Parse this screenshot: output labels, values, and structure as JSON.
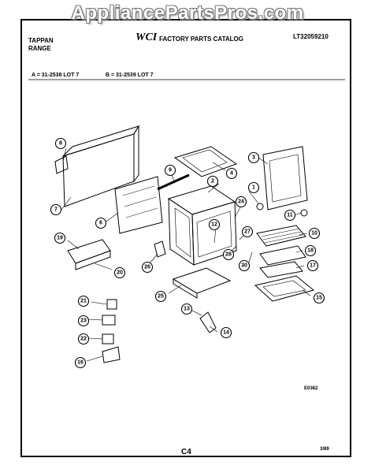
{
  "watermark": "AppliancePartsPros.com",
  "header": {
    "brand_line1": "TAPPAN",
    "brand_line2": "RANGE",
    "logo": "WCI",
    "catalog_title": "FACTORY PARTS CATALOG",
    "part_number": "LT32059210"
  },
  "lots": {
    "a": "A = 31-2538 LOT 7",
    "b": "B = 31-2539 LOT 7"
  },
  "callouts": [
    {
      "label": "8"
    },
    {
      "label": "4"
    },
    {
      "label": "3"
    },
    {
      "label": "9"
    },
    {
      "label": "2"
    },
    {
      "label": "1"
    },
    {
      "label": "7"
    },
    {
      "label": "6"
    },
    {
      "label": "24"
    },
    {
      "label": "11"
    },
    {
      "label": "12"
    },
    {
      "label": "27"
    },
    {
      "label": "10"
    },
    {
      "label": "19"
    },
    {
      "label": "28"
    },
    {
      "label": "18"
    },
    {
      "label": "30"
    },
    {
      "label": "17"
    },
    {
      "label": "26"
    },
    {
      "label": "20"
    },
    {
      "label": "25"
    },
    {
      "label": "15"
    },
    {
      "label": "13"
    },
    {
      "label": "21"
    },
    {
      "label": "23"
    },
    {
      "label": "14"
    },
    {
      "label": "22"
    },
    {
      "label": "16"
    }
  ],
  "footer": {
    "code": "E0382",
    "page": "C4",
    "date": "3/89"
  }
}
